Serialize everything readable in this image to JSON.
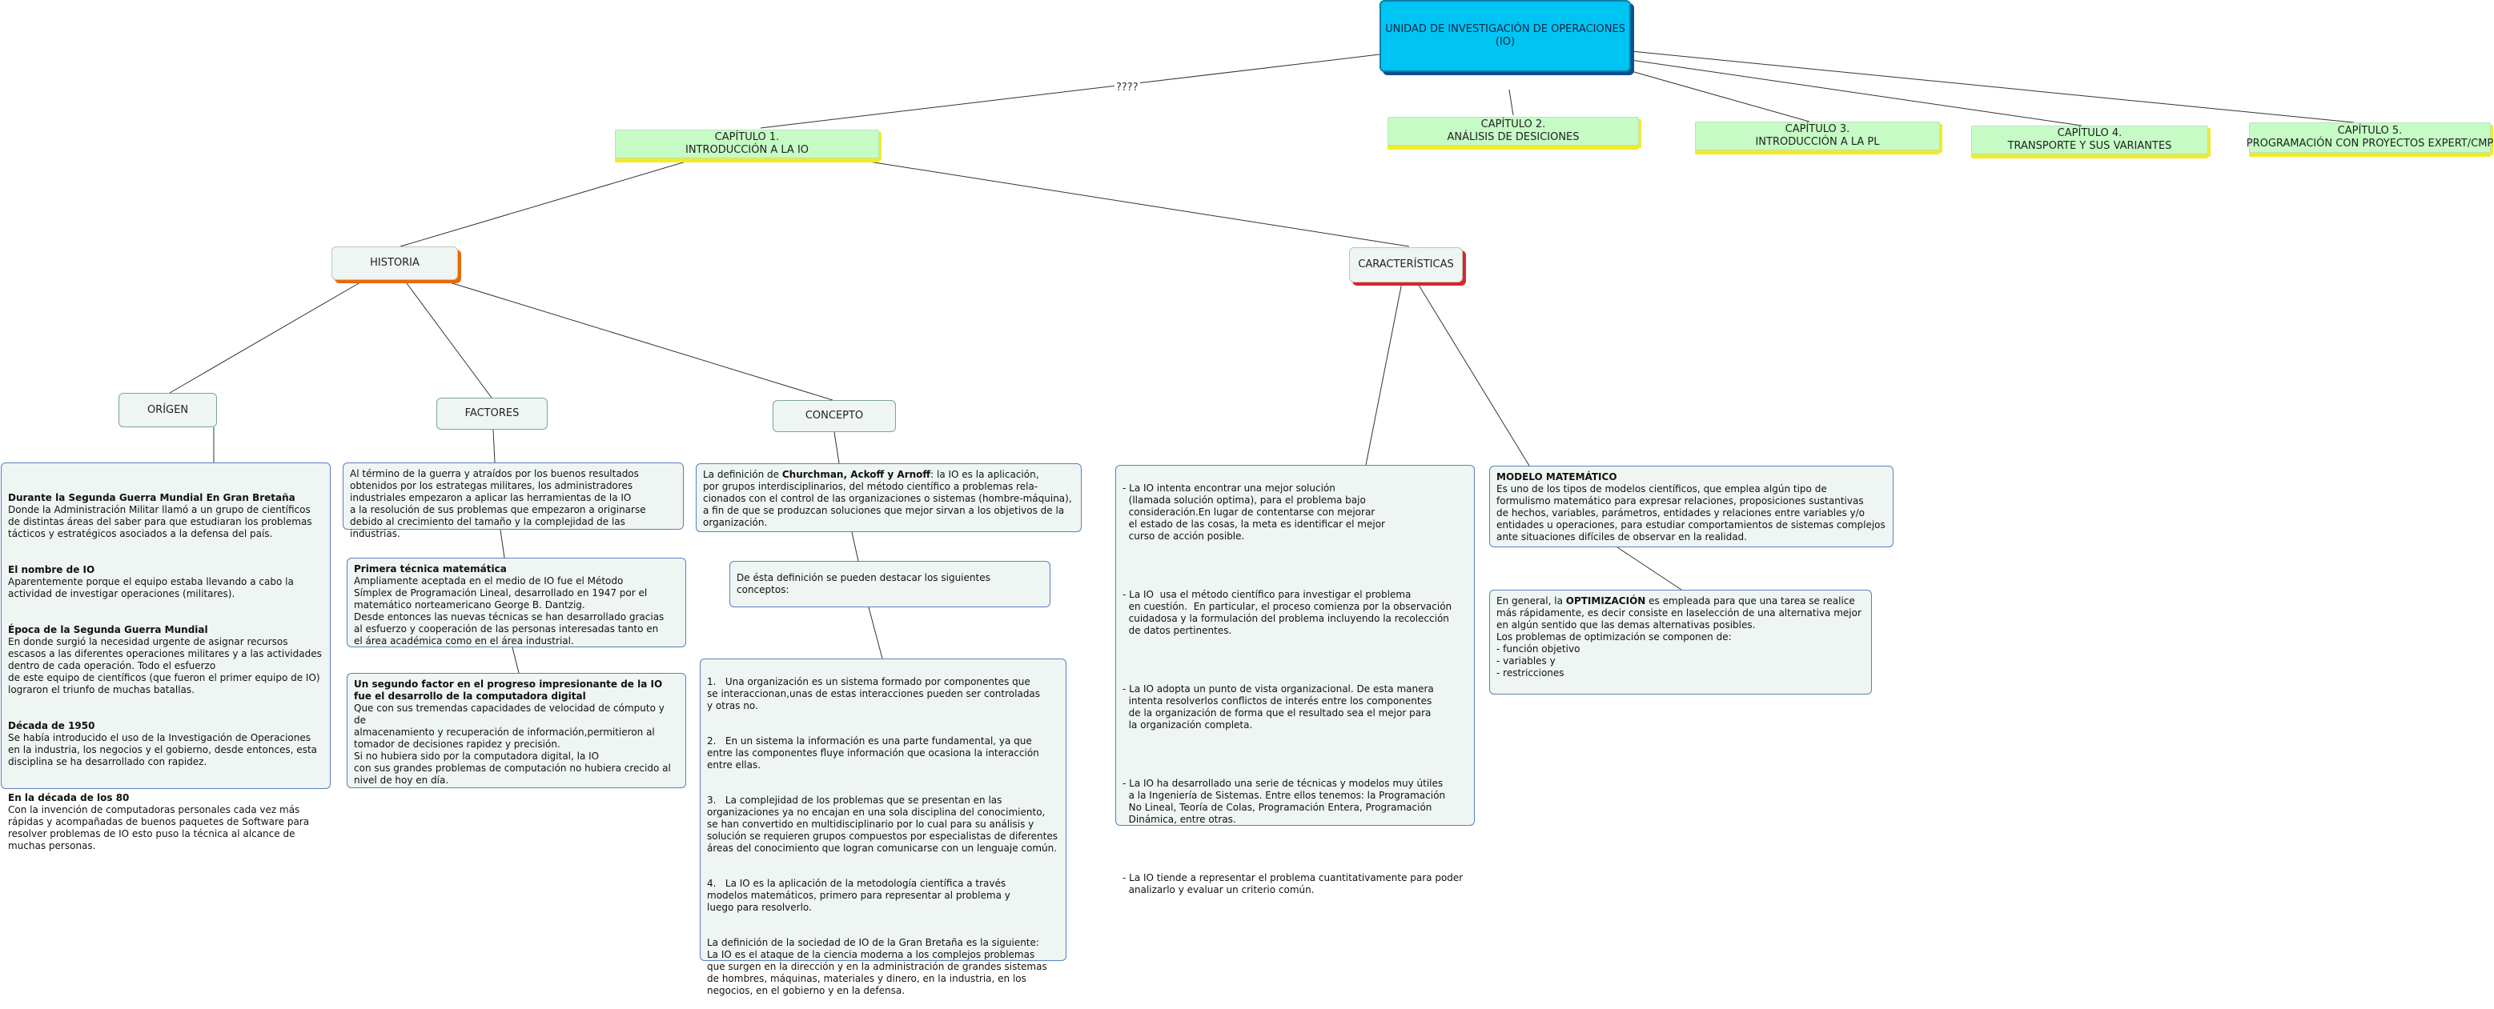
{
  "root": {
    "title": "UNIDAD DE INVESTIGACIÓN DE OPERACIONES\n(IO)"
  },
  "link_label": "????",
  "chapters": [
    {
      "title": "CAPÍTULO 1.\nINTRODUCCIÓN A LA IO"
    },
    {
      "title": "CAPÍTULO 2.\nANÁLISIS DE DESICIONES"
    },
    {
      "title": "CAPÍTULO 3.\nINTRODUCCIÓN A LA PL"
    },
    {
      "title": "CAPÍTULO 4.\nTRANSPORTE Y SUS VARIANTES"
    },
    {
      "title": "CAPÍTULO 5.\nPROGRAMACIÓN CON PROYECTOS EXPERT/CMP"
    }
  ],
  "sections": {
    "historia": "HISTORIA",
    "caracteristicas": "CARACTERÍSTICAS",
    "origen": "ORÍGEN",
    "factores": "FACTORES",
    "concepto": "CONCEPTO"
  },
  "blocks": {
    "origen": [
      {
        "b": "Durante la Segunda Guerra Mundial En Gran Bretaña",
        "t": "Donde la Administración Militar llamó a un grupo de científicos\nde distintas áreas del saber para que estudiaran los problemas\ntácticos y estratégicos asociados a la defensa del país."
      },
      {
        "b": "El nombre de IO",
        "t": "Aparentemente porque el equipo estaba llevando a cabo la\nactividad de investigar operaciones (militares)."
      },
      {
        "b": "Época de la Segunda Guerra Mundial",
        "t": "En donde surgió la necesidad urgente de asignar recursos\nescasos a las diferentes operaciones militares y a las actividades\ndentro de cada operación. Todo el esfuerzo\nde este equipo de científicos (que fueron el primer equipo de IO)\nlograron el triunfo de muchas batallas."
      },
      {
        "b": "Década de 1950",
        "t": "Se había introducido el uso de la Investigación de Operaciones\nen la industria, los negocios y el gobierno, desde entonces, esta\ndisciplina se ha desarrollado con rapidez."
      },
      {
        "b": "En la década de los 80",
        "t": "Con la invención de computadoras personales cada vez más\nrápidas y acompañadas de buenos paquetes de Software para\nresolver problemas de IO esto puso la técnica al alcance de\nmuchas personas."
      }
    ],
    "factores_1": "Al término de la guerra y atraídos por los buenos resultados\nobtenidos por los estrategas militares, los administradores\nindustriales empezaron a aplicar las herramientas de la IO\na la resolución de sus problemas que empezaron a originarse\ndebido al crecimiento del tamaño y la complejidad de las industrias.",
    "factores_2": {
      "b": "Primera técnica matemática",
      "t": "Ampliamente aceptada en el medio de IO fue el Método\nSímplex de Programación Lineal, desarrollado en 1947 por el\nmatemático norteamericano George B. Dantzig.\nDesde entonces las nuevas técnicas se han desarrollado gracias\nal esfuerzo y cooperación de las personas interesadas tanto en\nel área académica como en el área industrial."
    },
    "factores_3": {
      "b": "Un segundo factor en el progreso impresionante de la IO\nfue el desarrollo de la computadora digital",
      "t": "Que con sus tremendas capacidades de velocidad de cómputo y de\nalmacenamiento y recuperación de información,permitieron al\ntomador de decisiones rapidez y precisión.\nSi no hubiera sido por la computadora digital, la IO\ncon sus grandes problemas de computación no hubiera crecido al\nnivel de hoy en día."
    },
    "concepto_def": {
      "pre": "La definición de ",
      "b": "Churchman, Ackoff y Arnoff",
      "post": ": la IO es la aplicación,\npor grupos interdisciplinarios, del método científico a problemas rela-\ncionados con el control de las organizaciones o sistemas (hombre-máquina),\na fin de que se produzcan soluciones que mejor sirvan a los objetivos de la\norganización."
    },
    "concepto_destacar": "De ésta definición se pueden destacar los siguientes conceptos:",
    "concepto_lista": [
      "1.   Una organización es un sistema formado por componentes que\nse interaccionan,unas de estas interacciones pueden ser controladas\ny otras no.",
      "2.   En un sistema la información es una parte fundamental, ya que\nentre las componentes fluye información que ocasiona la interacción\nentre ellas.",
      "3.   La complejidad de los problemas que se presentan en las\norganizaciones ya no encajan en una sola disciplina del conocimiento,\nse han convertido en multidisciplinario por lo cual para su análisis y\nsolución se requieren grupos compuestos por especialistas de diferentes\náreas del conocimiento que logran comunicarse con un lenguaje común.",
      "4.   La IO es la aplicación de la metodología científica a través\nmodelos matemáticos, primero para representar al problema y\nluego para resolverlo.",
      "La definición de la sociedad de IO de la Gran Bretaña es la siguiente:\nLa IO es el ataque de la ciencia moderna a los complejos problemas\nque surgen en la dirección y en la administración de grandes sistemas\nde hombres, máquinas, materiales y dinero, en la industria, en los\nnegocios, en el gobierno y en la defensa."
    ],
    "caracteristicas_lista": [
      "- La IO intenta encontrar una mejor solución\n  (llamada solución optima), para el problema bajo\n  consideración.En lugar de contentarse con mejorar\n  el estado de las cosas, la meta es identificar el mejor\n  curso de acción posible.",
      "- La IO  usa el método científico para investigar el problema\n  en cuestión.  En particular, el proceso comienza por la observación\n  cuidadosa y la formulación del problema incluyendo la recolección\n  de datos pertinentes.",
      "- La IO adopta un punto de vista organizacional. De esta manera\n  intenta resolverlos conflictos de interés entre los componentes\n  de la organización de forma que el resultado sea el mejor para\n  la organización completa.",
      "- La IO ha desarrollado una serie de técnicas y modelos muy útiles\n  a la Ingeniería de Sistemas. Entre ellos tenemos: la Programación\n  No Lineal, Teoría de Colas, Programación Entera, Programación\n  Dinámica, entre otras.",
      "- La IO tiende a representar el problema cuantitativamente para poder\n  analizarlo y evaluar un criterio común."
    ],
    "modelo": {
      "b": "MODELO MATEMÁTICO",
      "t": "Es uno de los tipos de modelos científicos, que emplea algún tipo de\nformulismo matemático para expresar relaciones, proposiciones sustantivas\nde hechos, variables, parámetros, entidades y relaciones entre variables y/o\nentidades u operaciones, para estudiar comportamientos de sistemas complejos\nante situaciones difíciles de observar en la realidad."
    },
    "optimizacion": {
      "pre": "En general, la ",
      "b": "OPTIMIZACIÓN",
      "post": " es empleada para que una tarea se realice\nmás rápidamente, es decir consiste en laselección de una alternativa mejor\nen algún sentido que las demas alternativas posibles.\nLos problemas de optimización se componen de:\n- función objetivo\n- variables y\n- restricciones"
    }
  }
}
